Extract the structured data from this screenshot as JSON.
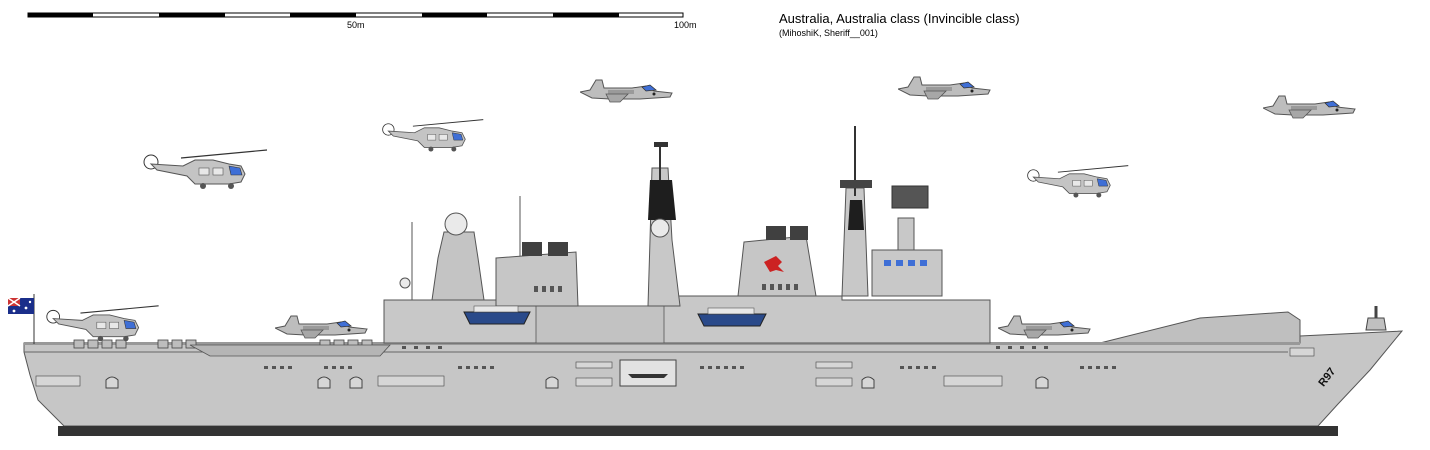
{
  "header": {
    "title": "Australia, Australia class (Invincible class)",
    "credit": "(MihoshiK, Sheriff__001)"
  },
  "scale_bar": {
    "label_mid": "50m",
    "label_end": "100m"
  },
  "hull": {
    "pennant_number": "R97"
  },
  "colors": {
    "hull": "#c6c6c6",
    "hull_outline": "#555555",
    "boot_top": "#333333",
    "superstructure": "#c8c8c8",
    "funnel_cap": "#404040",
    "roundel": "#cc2222",
    "boat_hull": "#2a4a8a",
    "aircraft": "#bdbdbd",
    "canopy": "#3f6fd6"
  },
  "icons": {
    "jets": "sea-harrier-icon",
    "helicopters": "sea-king-helicopter-icon",
    "flag": "australian-ensign-icon"
  }
}
